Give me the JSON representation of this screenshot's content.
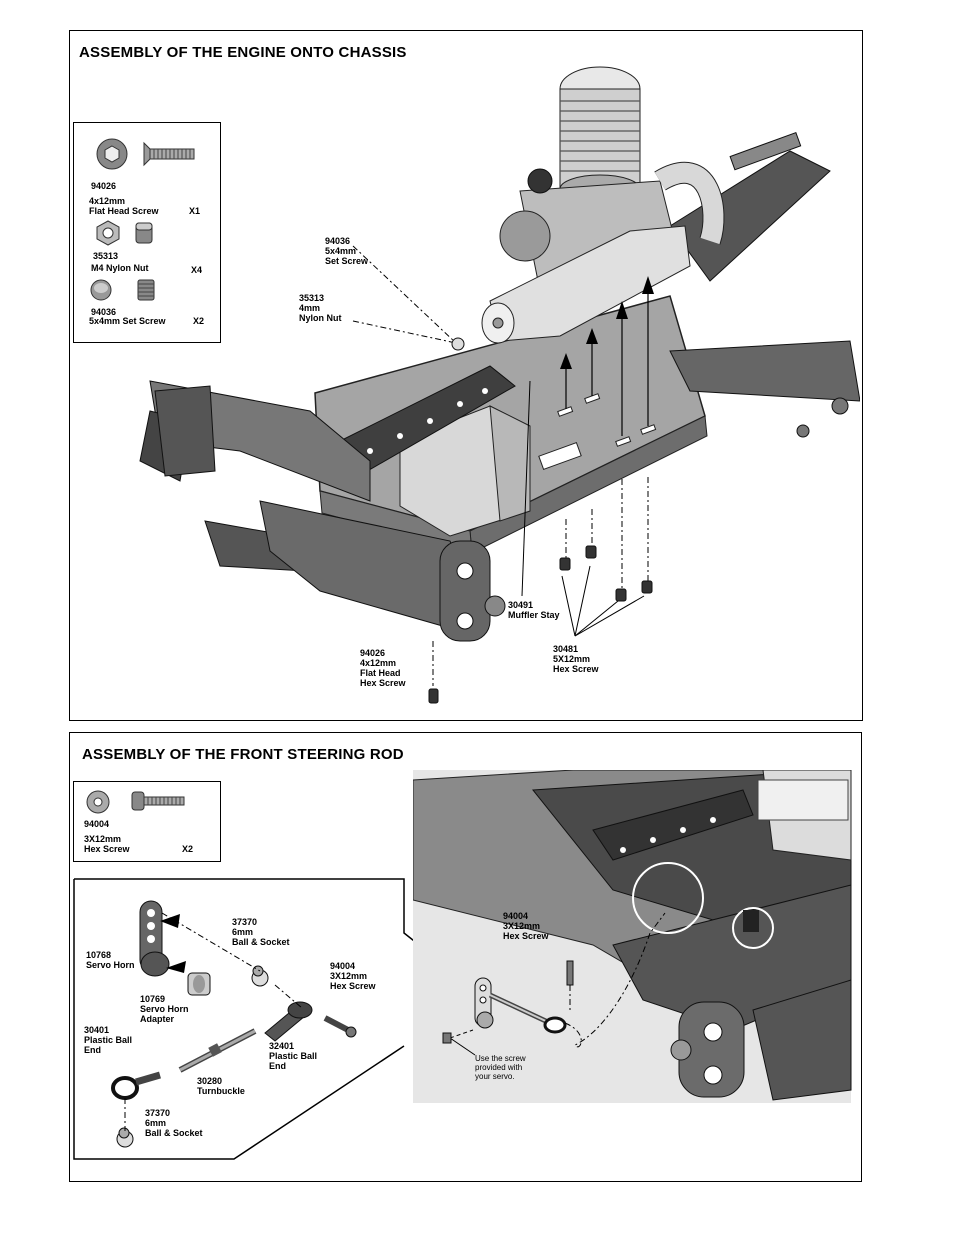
{
  "section1": {
    "title": "ASSEMBLY OF THE ENGINE ONTO CHASSIS",
    "parts": [
      {
        "code": "94026",
        "name": "4x12mm\nFlat Head Screw",
        "qty": "X1"
      },
      {
        "code": "35313",
        "name": "M4 Nylon Nut",
        "qty": "X4"
      },
      {
        "code": "94036",
        "name": "5x4mm Set Screw",
        "qty": "X2"
      }
    ],
    "callouts": {
      "set_screw": "94036\n5x4mm\nSet Screw",
      "nylon_nut": "35313\n4mm\nNylon Nut",
      "muffler_stay": "30491\nMuffler Stay",
      "flat_head": "94026\n4x12mm\nFlat Head\nHex Screw",
      "hex_screw": "30481\n5X12mm\nHex Screw"
    }
  },
  "section2": {
    "title": "ASSEMBLY OF THE FRONT STEERING ROD",
    "parts": [
      {
        "code": "94004",
        "name": "3X12mm\nHex Screw",
        "qty": "X2"
      }
    ],
    "callouts": {
      "ball_socket_top": "37370\n6mm\nBall & Socket",
      "servo_horn": "10768\nServo Horn",
      "hex_screw": "94004\n3X12mm\nHex Screw",
      "servo_horn_adapter": "10769\nServo Horn\nAdapter",
      "plastic_ball_end_left": "30401\nPlastic Ball\nEnd",
      "plastic_ball_end_right": "32401\nPlastic Ball\nEnd",
      "turnbuckle": "30280\nTurnbuckle",
      "ball_socket_bottom": "37370\n6mm\nBall & Socket",
      "hex_screw_right": "94004\n3X12mm\nHex Screw",
      "note": "Use the screw\nprovided with\nyour servo."
    }
  }
}
